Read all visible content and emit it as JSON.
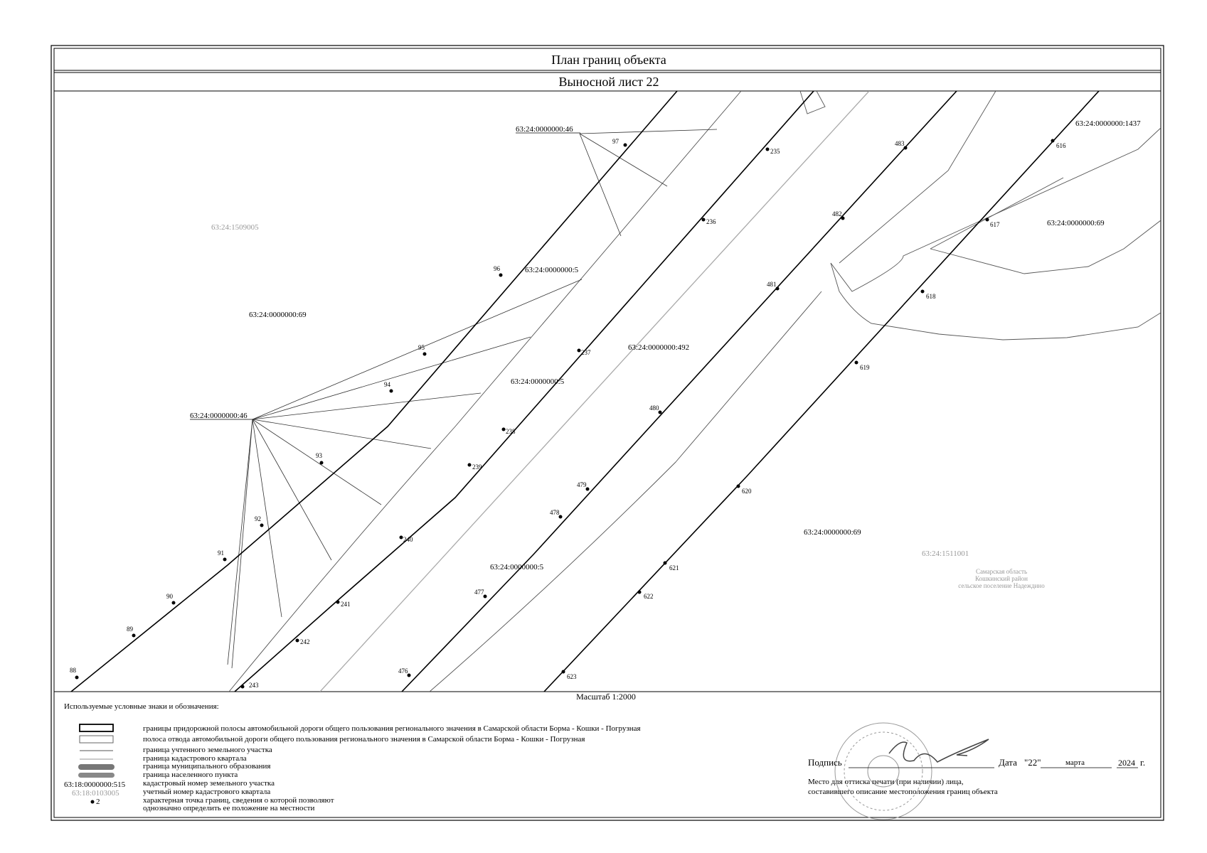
{
  "header": {
    "title": "План границ объекта",
    "subtitle": "Выносной лист 22"
  },
  "map": {
    "scale": "Масштаб 1:2000",
    "parcel_labels": [
      "63:24:0000000:46",
      "63:24:0000000:46",
      "63:24:0000000:5",
      "63:24:0000000:5",
      "63:24:0000000:5",
      "63:24:0000000:69",
      "63:24:0000000:69",
      "63:24:0000000:69",
      "63:24:0000000:492",
      "63:24:0000000:1437"
    ],
    "quarter_labels": [
      "63:24:1509005",
      "63:24:1511001"
    ],
    "settlement_lines": [
      "Самарская область",
      "Кошкинский район",
      "сельское поселение Надеждино"
    ],
    "points": {
      "line_a": [
        "88",
        "89",
        "90",
        "91",
        "92",
        "93",
        "94",
        "95",
        "96",
        "97"
      ],
      "line_b": [
        "243",
        "242",
        "241",
        "240",
        "239",
        "238",
        "237",
        "236",
        "235"
      ],
      "line_c": [
        "476",
        "477",
        "478",
        "479",
        "480",
        "481",
        "482",
        "483"
      ],
      "line_d": [
        "623",
        "622",
        "621",
        "620",
        "619",
        "618",
        "617",
        "616"
      ]
    }
  },
  "legend": {
    "heading": "Используемые условные знаки и обозначения:",
    "items": [
      "границы придорожной полосы автомобильной дороги общего пользования регионального значения в Самарской области Борма - Кошки - Погрузная",
      "полоса отвода автомобильной дороги общего пользования регионального значения в Самарской области Борма - Кошки - Погрузная",
      "граница учтенного земельного участка",
      "граница кадастрового квартала",
      "граница муниципального образования",
      "граница населенного пункта",
      "кадастровый номер земельного участка",
      "учетный номер кадастрового квартала",
      "характерная точка границ, сведения о которой позволяют",
      "однозначно определить ее положение на местности"
    ],
    "parcel_sample": "63:18:0000000:515",
    "quarter_sample": "63:18:0103005",
    "point_sample": "2"
  },
  "signature": {
    "label": "Подпись",
    "date_label": "Дата",
    "day": "\"22\"",
    "month": "марта",
    "year": "2024",
    "year_suffix": "г.",
    "stamp_line1": "Место для оттиска печати (при наличии) лица,",
    "stamp_line2": "составившего описание местоположения границ объекта"
  }
}
